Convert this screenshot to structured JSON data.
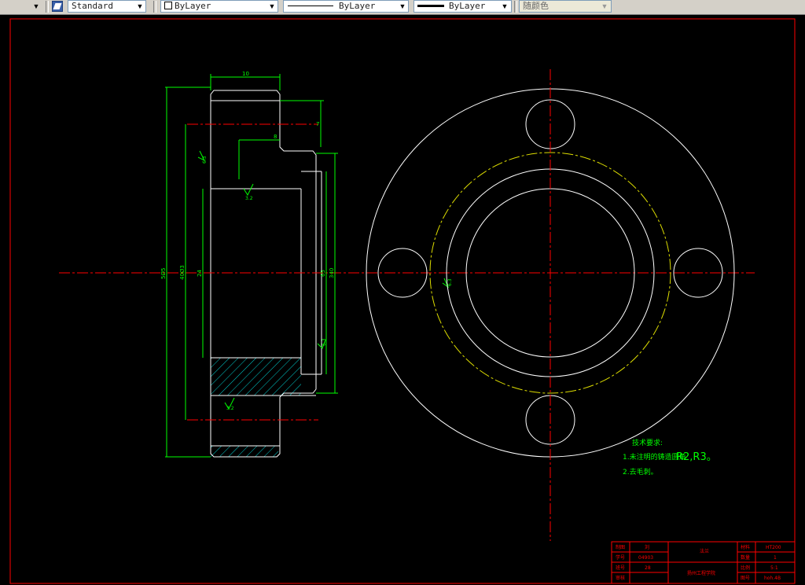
{
  "toolbar": {
    "text_style": "Standard",
    "layer": "ByLayer",
    "linetype": "ByLayer",
    "lineweight": "ByLayer",
    "color": "随颜色"
  },
  "drawing": {
    "dimensions": {
      "width_10": "10",
      "dim_7": "7",
      "dim_8": "8",
      "dia_515": "5Ø5",
      "dia_4023": "40Ø3",
      "dia_24": "24",
      "dia_65": "65",
      "dia_340": "340"
    },
    "roughness": [
      "3.2",
      "3.2",
      "3.2",
      "6.3",
      "6.3",
      "6.3"
    ],
    "notes": {
      "heading": "技术要求:",
      "line1_a": "1.未注明的铸造圆角",
      "line1_b": "R2,R3。",
      "line2": "2.去毛刺。"
    },
    "title_block": {
      "row1": [
        "制图",
        "刘",
        "法兰",
        "材料",
        "HT200"
      ],
      "row2": [
        "学号",
        "04903",
        "",
        "数量",
        "1"
      ],
      "row3": [
        "班号",
        "28",
        "",
        "比例",
        "5:1"
      ],
      "row4": [
        "审核",
        "",
        "扬州工程学院",
        "图号",
        "hoh.4B"
      ]
    }
  }
}
